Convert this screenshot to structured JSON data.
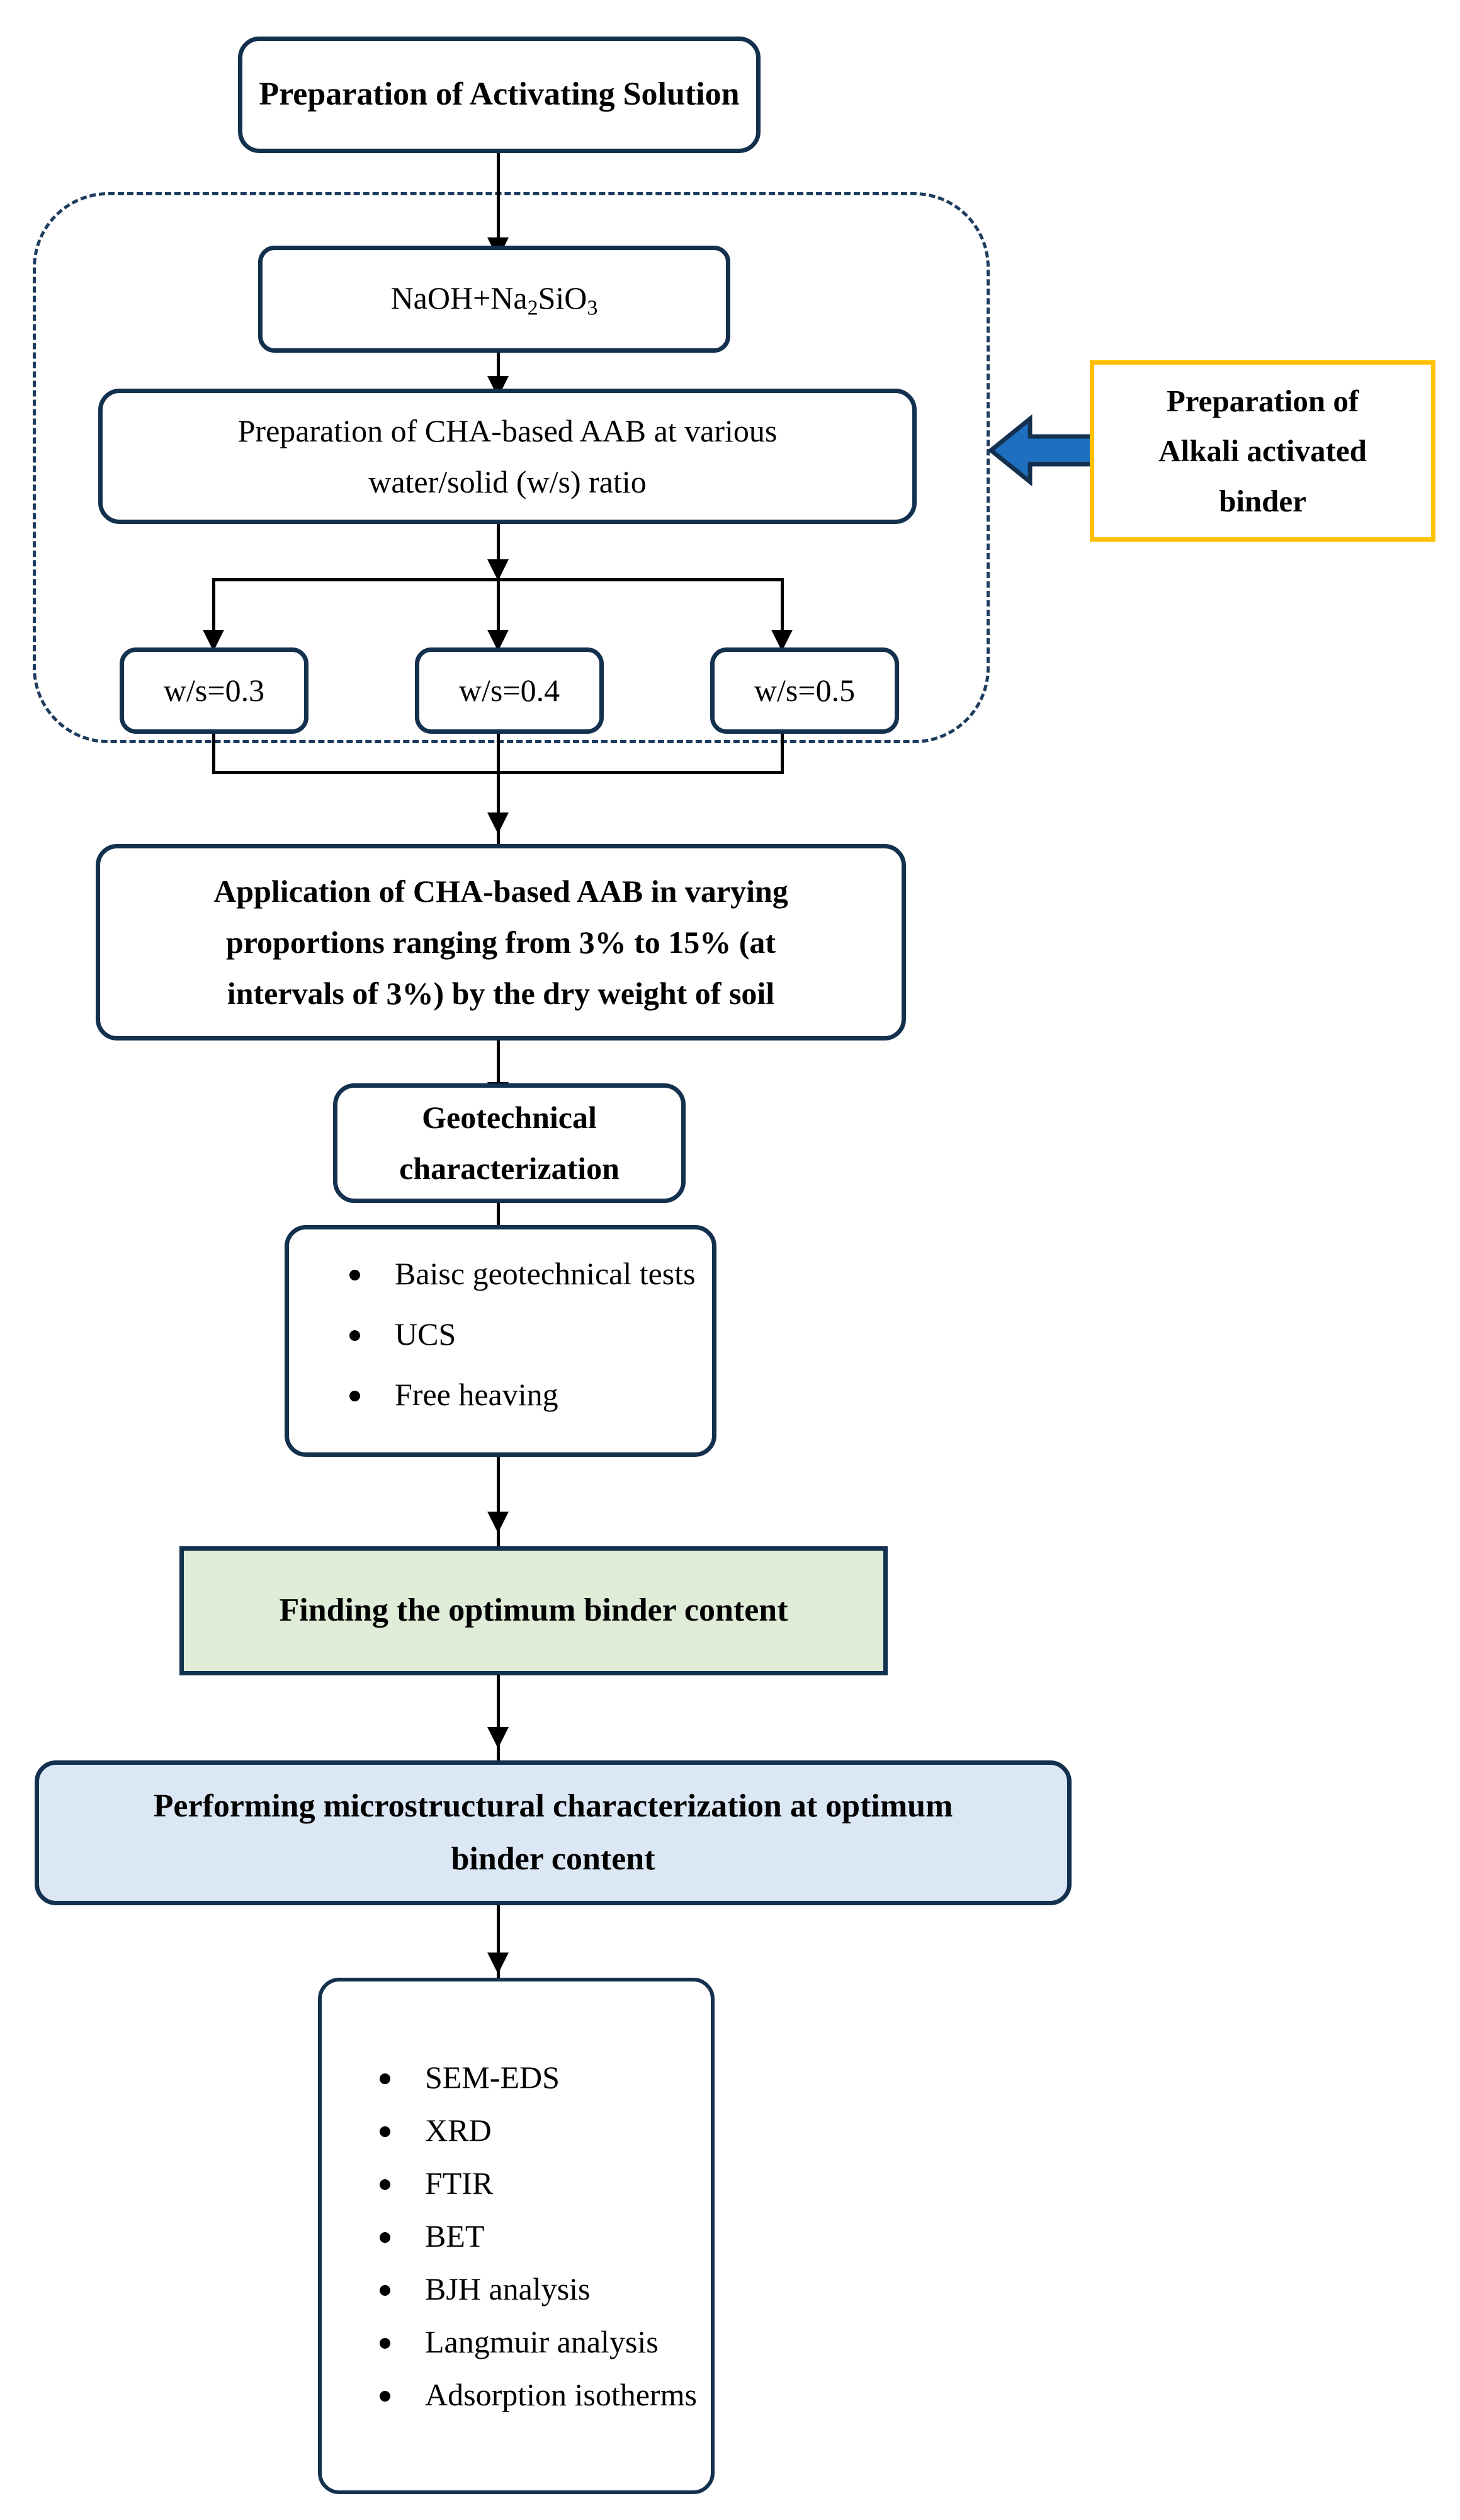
{
  "diagram": {
    "title": "Methodology flowchart for CHA-based alkali activated binder soil stabilisation",
    "colors": {
      "node_border": "#14304f",
      "connector": "#000000",
      "group_dashed": "#1d3c5e",
      "callout_border": "#ffc000",
      "callout_arrow_fill": "#1f6fc0",
      "callout_arrow_outline": "#14304f",
      "highlight_green": "#dfecd8",
      "highlight_blue": "#dbe7f4",
      "page_background": "#ffffff"
    },
    "nodes": {
      "activating_solution": "Preparation of Activating Solution",
      "reagents_prefix": "NaOH+Na",
      "reagents_sub1": "2",
      "reagents_mid": "SiO",
      "reagents_sub2": "3",
      "reagents_full": "NaOH+Na2SiO3",
      "aab_prep_line1": "Preparation of CHA-based AAB at various",
      "aab_prep_line2": "water/solid (w/s) ratio",
      "ws_ratio_1": "w/s=0.3",
      "ws_ratio_2": "w/s=0.4",
      "ws_ratio_3": "w/s=0.5",
      "application_line1": "Application of CHA-based AAB in varying",
      "application_line2": "proportions ranging from 3% to 15% (at",
      "application_line3": "intervals of 3%) by the dry weight of soil",
      "geotech_line1": "Geotechnical",
      "geotech_line2": "characterization",
      "optimum_binder": "Finding the optimum binder content",
      "microstructural_line1": "Performing microstructural characterization at optimum",
      "microstructural_line2": "binder content"
    },
    "callout": {
      "line1": "Preparation of",
      "line2": "Alkali activated",
      "line3": "binder",
      "arrow_direction": "left"
    },
    "geotech_tests": [
      "Baisc geotechnical tests",
      "UCS",
      "Free heaving"
    ],
    "microstructural_tests": [
      "SEM-EDS",
      "XRD",
      "FTIR",
      "BET",
      "BJH analysis",
      "Langmuir analysis",
      "Adsorption isotherms"
    ]
  }
}
